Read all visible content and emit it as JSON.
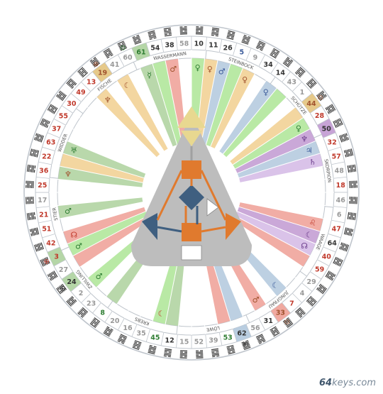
{
  "brand": {
    "prefix": "64",
    "suffix": "keys.com"
  },
  "zodiac_signs": [
    "STEINBOCK",
    "SCHÜTZE",
    "SKORPION",
    "WAAGE",
    "JUNGFRAU",
    "LÖWE",
    "KREBS",
    "ZWILLING",
    "STIER",
    "WIDDER",
    "FISCHE",
    "WASSERMANN"
  ],
  "gates": [
    {
      "n": "10",
      "color": "#333333"
    },
    {
      "n": "11",
      "color": "#333333"
    },
    {
      "n": "26",
      "color": "#333333"
    },
    {
      "n": "5",
      "color": "#3b5b9a"
    },
    {
      "n": "9",
      "color": "#999999"
    },
    {
      "n": "34",
      "color": "#333333"
    },
    {
      "n": "14",
      "color": "#333333"
    },
    {
      "n": "43",
      "color": "#999999"
    },
    {
      "n": "1",
      "color": "#999999"
    },
    {
      "n": "44",
      "color": "#a0522d",
      "hl": "#e6c98a"
    },
    {
      "n": "28",
      "color": "#c0392b"
    },
    {
      "n": "50",
      "color": "#333333",
      "hl": "#c7a3d6"
    },
    {
      "n": "32",
      "color": "#c0392b"
    },
    {
      "n": "57",
      "color": "#c0392b"
    },
    {
      "n": "48",
      "color": "#999999"
    },
    {
      "n": "18",
      "color": "#c0392b"
    },
    {
      "n": "46",
      "color": "#999999"
    },
    {
      "n": "6",
      "color": "#999999"
    },
    {
      "n": "47",
      "color": "#c0392b"
    },
    {
      "n": "64",
      "color": "#333333"
    },
    {
      "n": "40",
      "color": "#c0392b"
    },
    {
      "n": "59",
      "color": "#c0392b"
    },
    {
      "n": "29",
      "color": "#999999"
    },
    {
      "n": "4",
      "color": "#999999"
    },
    {
      "n": "7",
      "color": "#c0392b"
    },
    {
      "n": "33",
      "color": "#a0522d",
      "hl": "#f0a9a0"
    },
    {
      "n": "31",
      "color": "#333333"
    },
    {
      "n": "56",
      "color": "#999999"
    },
    {
      "n": "62",
      "color": "#333333",
      "hl": "#b9cde0"
    },
    {
      "n": "53",
      "color": "#2e7d32"
    },
    {
      "n": "39",
      "color": "#999999"
    },
    {
      "n": "52",
      "color": "#999999"
    },
    {
      "n": "15",
      "color": "#999999"
    },
    {
      "n": "12",
      "color": "#333333"
    },
    {
      "n": "45",
      "color": "#2e7d32"
    },
    {
      "n": "35",
      "color": "#999999"
    },
    {
      "n": "16",
      "color": "#999999"
    },
    {
      "n": "20",
      "color": "#999999"
    },
    {
      "n": "8",
      "color": "#2e7d32"
    },
    {
      "n": "23",
      "color": "#999999"
    },
    {
      "n": "2",
      "color": "#999999"
    },
    {
      "n": "24",
      "color": "#333333",
      "hl": "#b5d6a7"
    },
    {
      "n": "27",
      "color": "#999999"
    },
    {
      "n": "3",
      "color": "#c0392b",
      "hl": "#b5d6a7"
    },
    {
      "n": "42",
      "color": "#c0392b"
    },
    {
      "n": "51",
      "color": "#c0392b"
    },
    {
      "n": "21",
      "color": "#c0392b"
    },
    {
      "n": "17",
      "color": "#999999"
    },
    {
      "n": "25",
      "color": "#c0392b"
    },
    {
      "n": "36",
      "color": "#c0392b"
    },
    {
      "n": "22",
      "color": "#c0392b"
    },
    {
      "n": "63",
      "color": "#c0392b"
    },
    {
      "n": "37",
      "color": "#c0392b"
    },
    {
      "n": "55",
      "color": "#c0392b"
    },
    {
      "n": "30",
      "color": "#c0392b"
    },
    {
      "n": "49",
      "color": "#c0392b"
    },
    {
      "n": "13",
      "color": "#c0392b"
    },
    {
      "n": "19",
      "color": "#a0522d",
      "hl": "#e6c98a"
    },
    {
      "n": "41",
      "color": "#999999"
    },
    {
      "n": "60",
      "color": "#999999"
    },
    {
      "n": "61",
      "color": "#2e7d32",
      "hl": "#b5d6a7"
    },
    {
      "n": "54",
      "color": "#333333"
    },
    {
      "n": "38",
      "color": "#333333"
    },
    {
      "n": "58",
      "color": "#999999"
    }
  ],
  "sector_colors": {
    "0": "#b5e8a0",
    "1": "#f2d49b",
    "2": "#b9cde0",
    "3": "#b5e8a0",
    "4": "#f2d49b",
    "6": "#b9cde0",
    "7": "#b5e8a0",
    "9": "#f2d49b",
    "10": "#b5e8a0",
    "11": "#c7a3d6",
    "12": "#b9cde0",
    "13": "#d8c0e8",
    "18": "#f0a9a0",
    "19": "#c7a3d6",
    "20": "#d8c0e8",
    "21": "#f0a9a0",
    "24": "#b9cde0",
    "26": "#f0a9a0",
    "28": "#b9cde0",
    "29": "#f0a9a0",
    "33": "#b5d6a7",
    "34": "#b5e8a0",
    "38": "#b5d6a7",
    "40": "#b5e8a0",
    "42": "#f0a9a0",
    "43": "#b5e8a0",
    "44": "#f0a9a0",
    "46": "#b5d6a7",
    "49": "#b5d6a7",
    "50": "#f2d49b",
    "51": "#b5d6a7",
    "56": "#f2d49b",
    "58": "#f2d49b",
    "60": "#b5d6a7",
    "61": "#b5e8a0",
    "62": "#f0a9a0"
  },
  "planet_symbols": [
    {
      "i": 0,
      "t": "♀",
      "c": "#2e7d32"
    },
    {
      "i": 1,
      "t": "♀",
      "c": "#a0522d"
    },
    {
      "i": 2,
      "t": "♂",
      "c": "#3b5b9a"
    },
    {
      "i": 4,
      "t": "♀",
      "c": "#a0522d"
    },
    {
      "i": 6,
      "t": "♀",
      "c": "#3b5b9a"
    },
    {
      "i": 10,
      "t": "♀",
      "c": "#2e7d32"
    },
    {
      "i": 11,
      "t": "♆",
      "c": "#6a3b8a"
    },
    {
      "i": 12,
      "t": "♃",
      "c": "#3b5b9a"
    },
    {
      "i": 13,
      "t": "♄",
      "c": "#6a3b8a"
    },
    {
      "i": 18,
      "t": "♌",
      "c": "#c0392b"
    },
    {
      "i": 19,
      "t": "☾",
      "c": "#6a3b8a"
    },
    {
      "i": 20,
      "t": "☊",
      "c": "#6a3b8a"
    },
    {
      "i": 24,
      "t": "☾",
      "c": "#3b5b9a"
    },
    {
      "i": 26,
      "t": "♂",
      "c": "#a0522d"
    },
    {
      "i": 34,
      "t": "☾",
      "c": "#c0392b"
    },
    {
      "i": 40,
      "t": "♂",
      "c": "#2e7d32"
    },
    {
      "i": 43,
      "t": "♂",
      "c": "#2e7d32"
    },
    {
      "i": 44,
      "t": "☊",
      "c": "#c0392b"
    },
    {
      "i": 46,
      "t": "♂",
      "c": "#2e7d32"
    },
    {
      "i": 49,
      "t": "♆",
      "c": "#a0522d"
    },
    {
      "i": 51,
      "t": "♅",
      "c": "#2e7d32"
    },
    {
      "i": 56,
      "t": "♆",
      "c": "#a0522d"
    },
    {
      "i": 58,
      "t": "☾",
      "c": "#a0522d"
    },
    {
      "i": 60,
      "t": "☿",
      "c": "#2e7d32"
    },
    {
      "i": 62,
      "t": "♂",
      "c": "#a0522d"
    }
  ],
  "special_badges": [
    {
      "i": 9,
      "t": "⊙",
      "c": "#a0522d"
    },
    {
      "i": 25,
      "t": "⊙",
      "c": "#a0522d"
    },
    {
      "i": 28,
      "t": "⊕",
      "c": "#333333"
    },
    {
      "i": 41,
      "t": "⊕",
      "c": "#333333"
    },
    {
      "i": 43,
      "t": "⊕",
      "c": "#c0392b"
    },
    {
      "i": 57,
      "t": "⊕",
      "c": "#a0522d"
    },
    {
      "i": 59,
      "t": "⊙",
      "c": "#2e7d32"
    }
  ],
  "colors": {
    "ring_line": "#bfc5cc",
    "bodygraph_bg": "#bdbdbd",
    "head": "#e8d890",
    "center_blue": "#3f5f80",
    "center_orange": "#e07a2e",
    "channel_orange": "#e07a2e",
    "channel_blue": "#3f5f80"
  }
}
